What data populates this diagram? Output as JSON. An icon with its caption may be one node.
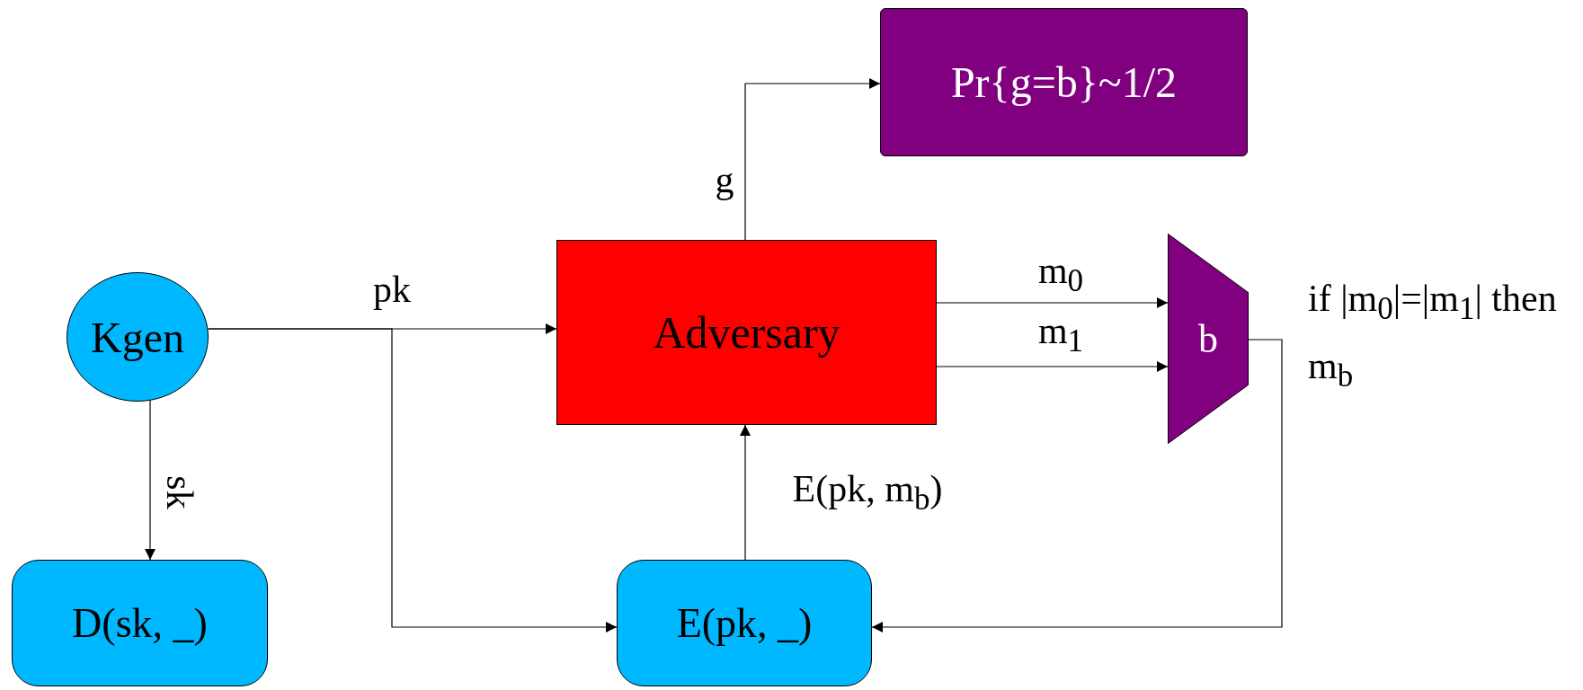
{
  "diagram": {
    "nodes": [
      {
        "text": [
          "Kgen"
        ]
      },
      {
        "text": [
          "D(sk, _)"
        ]
      },
      {
        "text": [
          "Adversary"
        ]
      },
      {
        "text": [
          "Pr{g=b}~1/2"
        ]
      },
      {
        "text": [
          "b"
        ]
      },
      {
        "text": [
          "E(pk, _)"
        ]
      }
    ],
    "edges": [
      {
        "from": 0,
        "to": 2,
        "arrow": "to",
        "label": "pk"
      },
      {
        "from": 0,
        "to": 5,
        "arrow": "to"
      },
      {
        "from": 0,
        "to": 1,
        "arrow": "to",
        "label": "sk"
      },
      {
        "from": 5,
        "to": 2,
        "arrow": "to",
        "label": "E(pk, m$_{b}$)"
      },
      {
        "from": 2,
        "to": 3,
        "arrow": "to",
        "label": "g"
      },
      {
        "from": 2,
        "to": 4,
        "arrow": "to",
        "label": "m$_{0}$"
      },
      {
        "from": 2,
        "to": 4,
        "arrow": "to",
        "label": "m$_{1}$"
      },
      {
        "from": 4,
        "to": 5,
        "arrow": "to"
      }
    ],
    "labels": [
      "if |m$_{0}$|=|m$_{1}$| then m$_{b}$"
    ]
  }
}
